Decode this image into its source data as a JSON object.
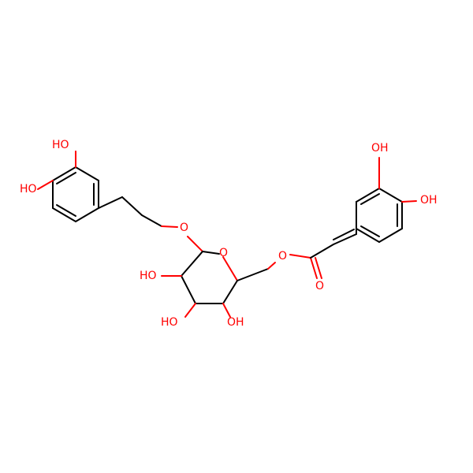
{
  "molecule": {
    "atom_labels": [
      {
        "id": "oh_a",
        "text": "HO"
      },
      {
        "id": "oh_b",
        "text": "HO"
      },
      {
        "id": "o_ether",
        "text": "O"
      },
      {
        "id": "o_ring",
        "text": "O"
      },
      {
        "id": "oh_c",
        "text": "HO"
      },
      {
        "id": "oh_d",
        "text": "HO"
      },
      {
        "id": "oh_e",
        "text": "OH"
      },
      {
        "id": "o_ester",
        "text": "O"
      },
      {
        "id": "o_carbonyl",
        "text": "O"
      },
      {
        "id": "oh_f",
        "text": "OH"
      },
      {
        "id": "oh_g",
        "text": "OH"
      }
    ],
    "colors": {
      "bond": "#000000",
      "oxygen": "#ff0000",
      "background": "#ffffff"
    }
  }
}
